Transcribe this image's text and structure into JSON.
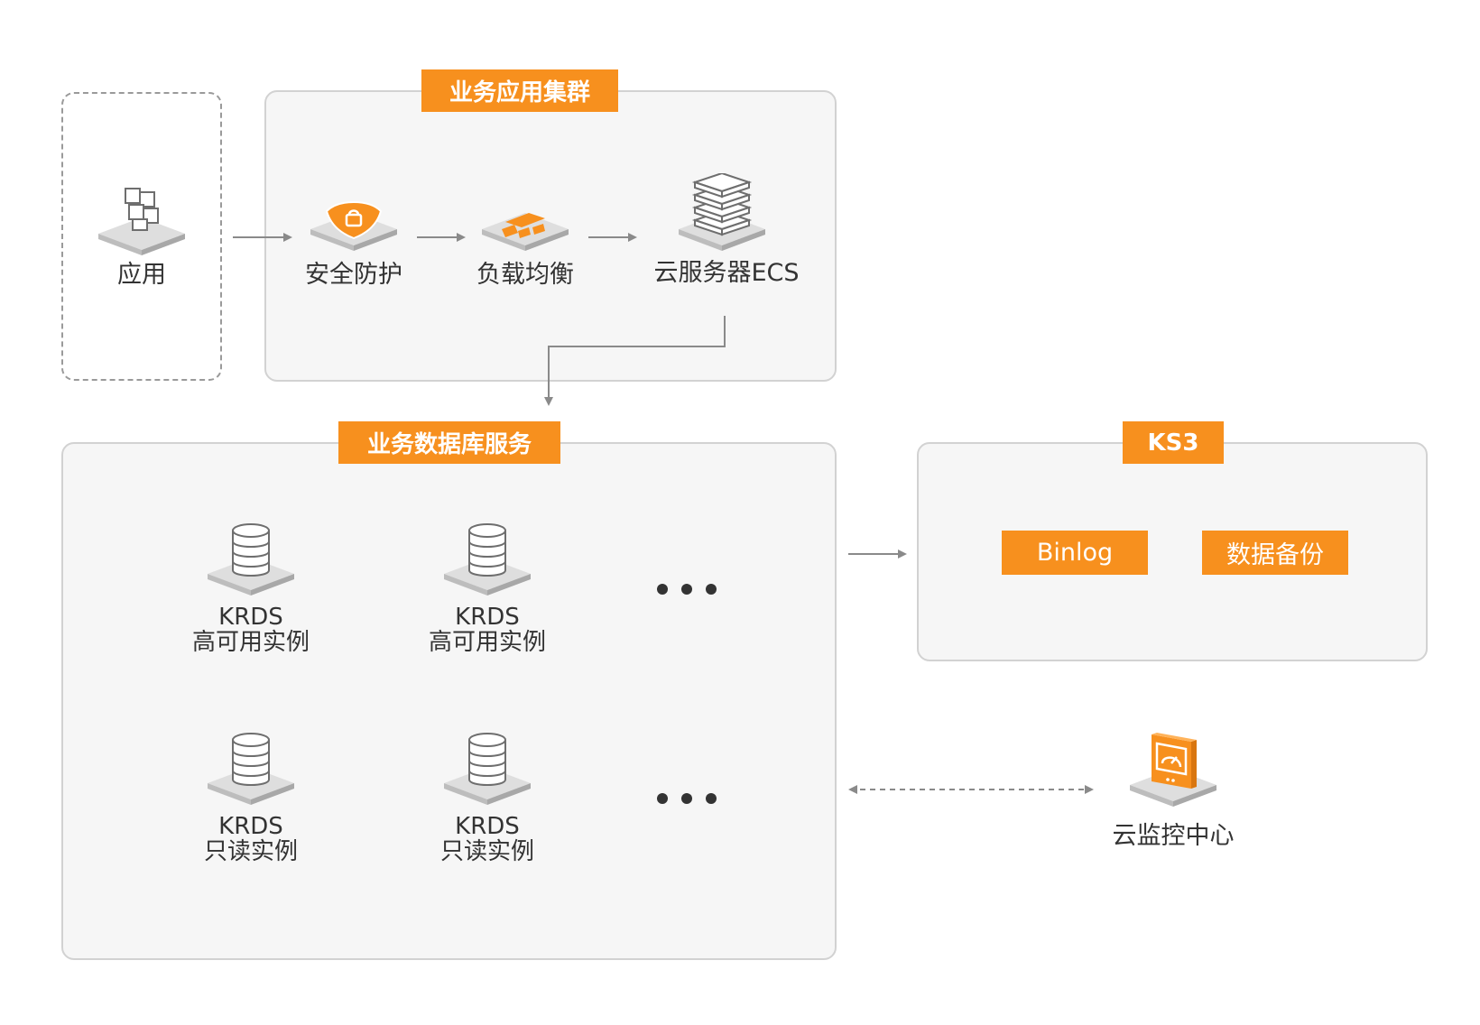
{
  "clusters": {
    "app_cluster_title": "业务应用集群",
    "db_service_title": "业务数据库服务",
    "ks3_title": "KS3"
  },
  "nodes": {
    "app": "应用",
    "security": "安全防护",
    "load_balancer": "负载均衡",
    "ecs": "云服务器ECS",
    "krds_ha_1_line1": "KRDS",
    "krds_ha_1_line2": "高可用实例",
    "krds_ha_2_line1": "KRDS",
    "krds_ha_2_line2": "高可用实例",
    "krds_ro_1_line1": "KRDS",
    "krds_ro_1_line2": "只读实例",
    "krds_ro_2_line1": "KRDS",
    "krds_ro_2_line2": "只读实例",
    "monitor": "云监控中心"
  },
  "ks3_items": {
    "binlog": "Binlog",
    "backup": "数据备份"
  },
  "icons": {
    "app": "cubes-icon",
    "security": "shield-icon",
    "load_balancer": "load-balancer-icon",
    "ecs": "server-stack-icon",
    "database": "database-icon",
    "monitor": "monitor-gauge-icon"
  },
  "colors": {
    "accent": "#f7901e",
    "box_fill": "#f6f6f6",
    "box_border": "#d2d2d2",
    "arrow": "#8a8a8a"
  }
}
